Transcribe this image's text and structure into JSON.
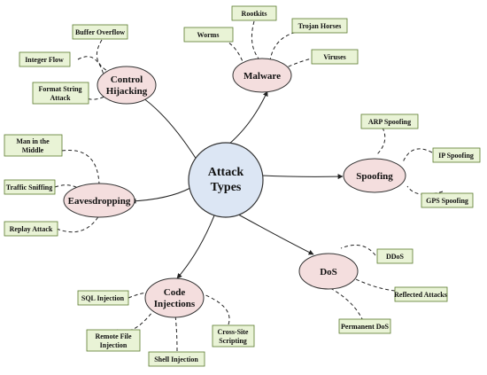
{
  "colors": {
    "center_fill": "#dce6f4",
    "category_fill": "#f4dede",
    "leaf_fill": "#e9f3d6",
    "leaf_border": "#5b7a2e",
    "line": "#222222"
  },
  "diagram": {
    "center": {
      "label_1": "Attack",
      "label_2": "Types"
    },
    "categories": {
      "control": {
        "label_1": "Control",
        "label_2": "Hijacking",
        "leaves": [
          "Buffer Overflow",
          "Integer Flow",
          "Format String",
          "Attack"
        ]
      },
      "malware": {
        "label": "Malware",
        "leaves": [
          "Rootkits",
          "Worms",
          "Trojan Horses",
          "Viruses"
        ]
      },
      "spoofing": {
        "label": "Spoofing",
        "leaves": [
          "ARP Spoofing",
          "IP Spoofing",
          "GPS Spoofing"
        ]
      },
      "eavesdropping": {
        "label": "Eavesdropping",
        "leaves": [
          "Man in the",
          "Middle",
          "Traffic Sniffing",
          "Replay Attack"
        ]
      },
      "dos": {
        "label": "DoS",
        "leaves": [
          "DDoS",
          "Reflected Attacks",
          "Permanent DoS"
        ]
      },
      "code": {
        "label_1": "Code",
        "label_2": "Injections",
        "leaves": [
          "SQL Injection",
          "Remote File",
          "Injection",
          "Shell Injection",
          "Cross-Site",
          "Scripting"
        ]
      }
    }
  }
}
